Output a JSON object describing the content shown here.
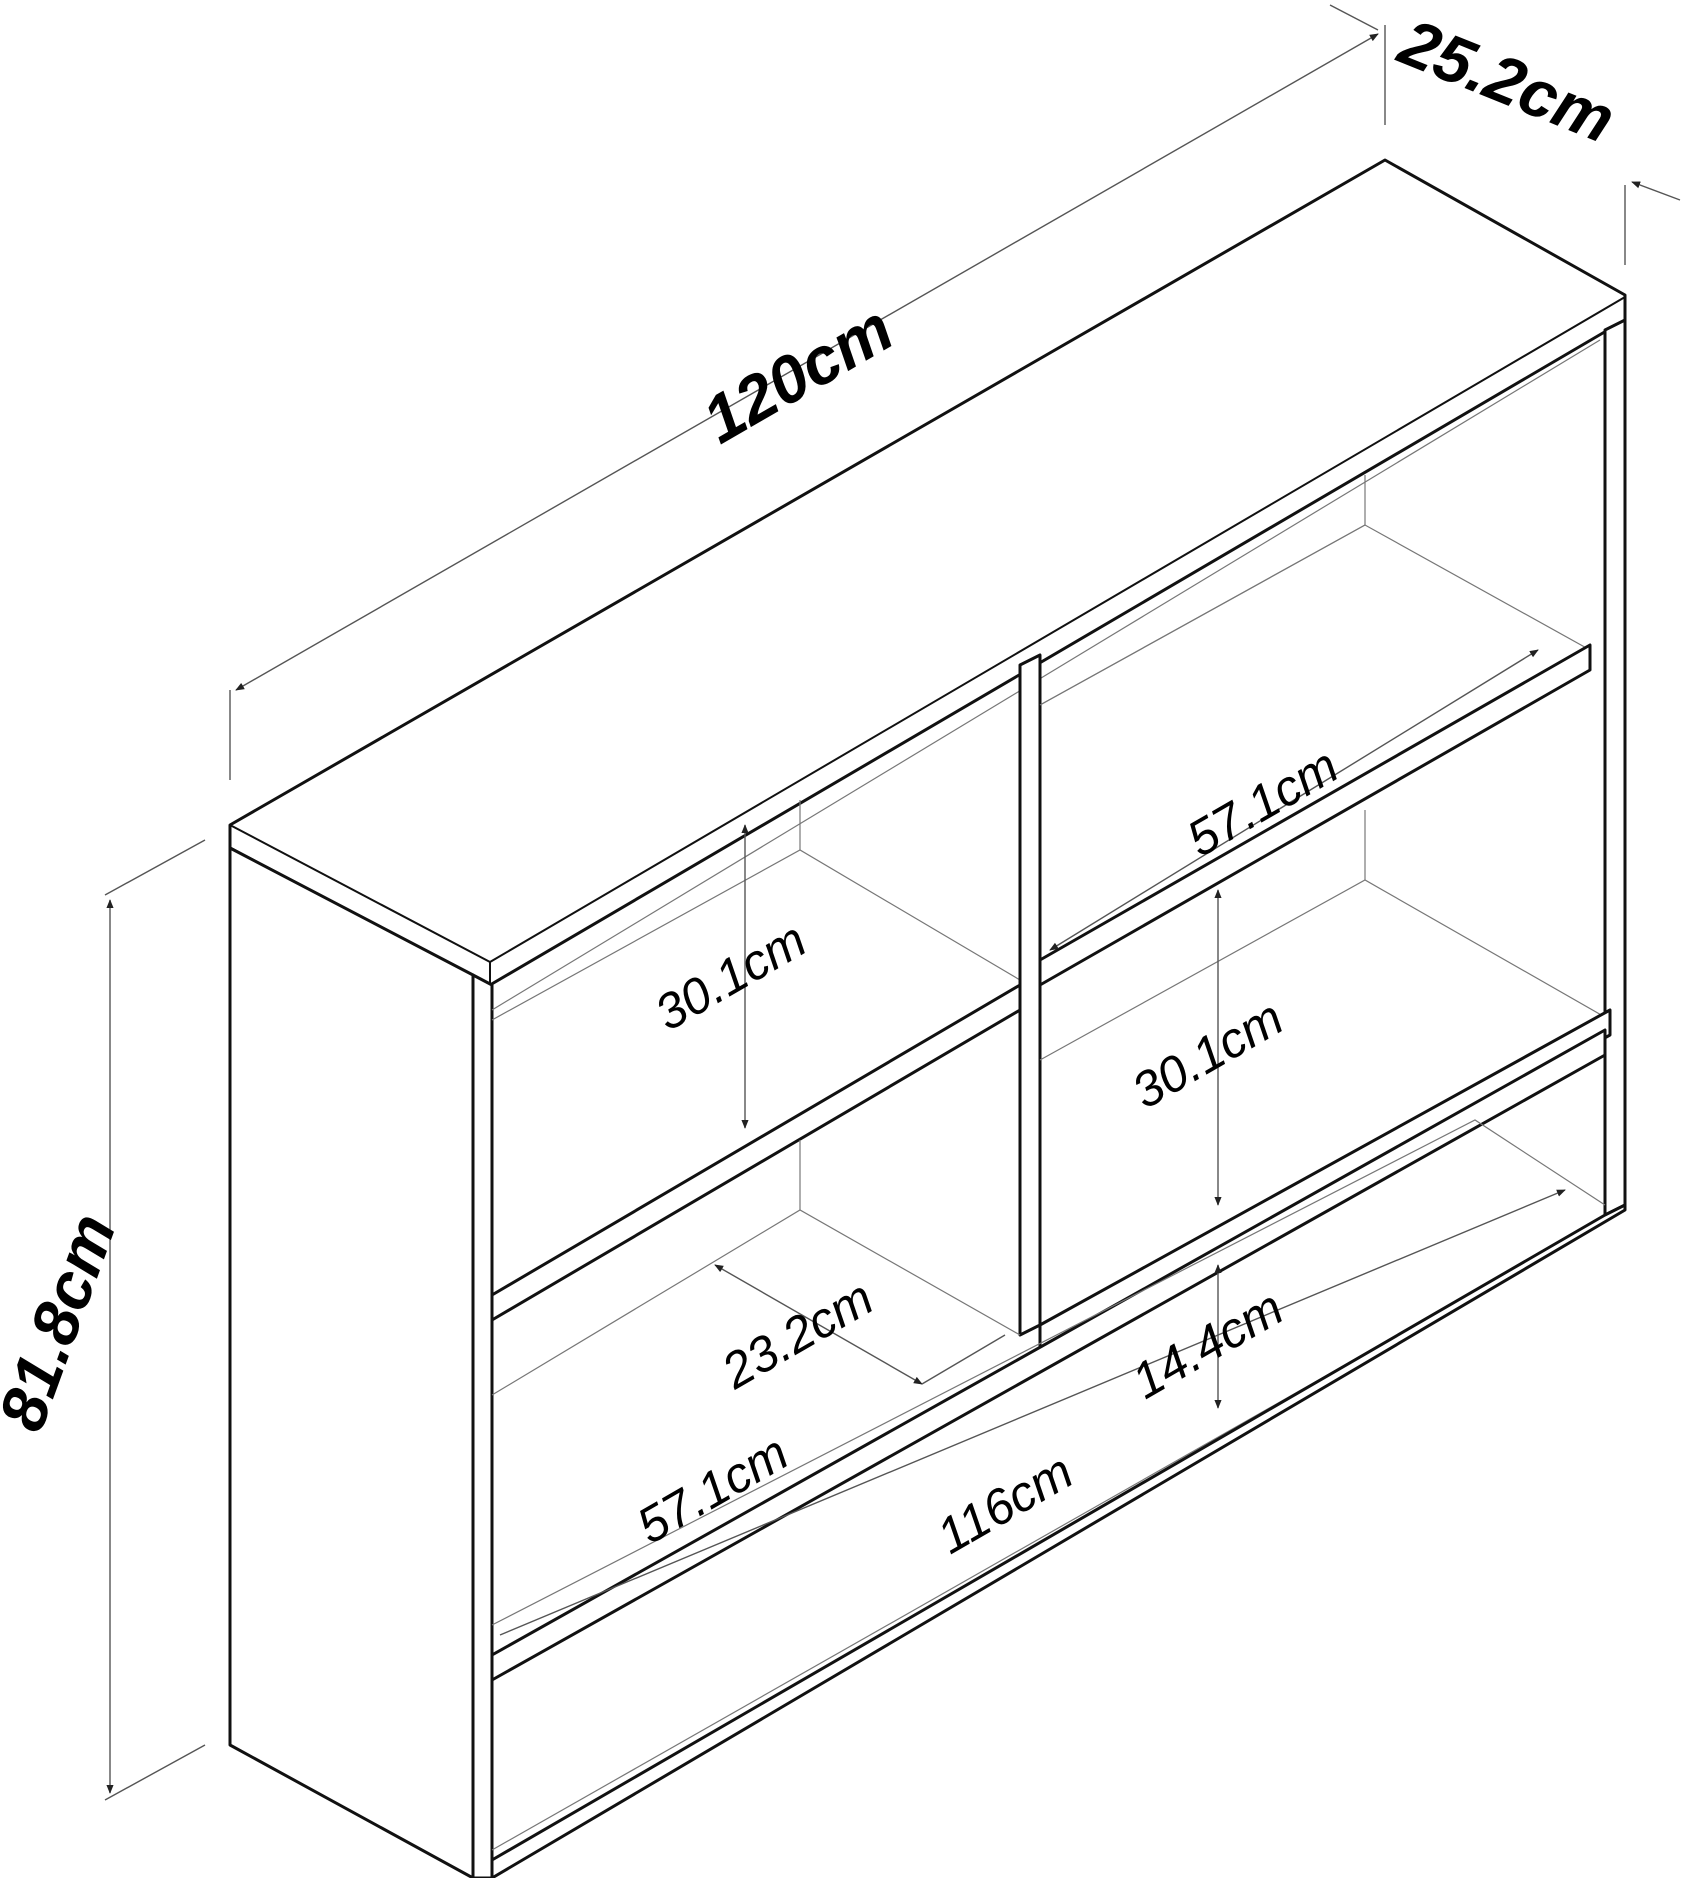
{
  "dimensions": {
    "width": "120cm",
    "depth": "25.2cm",
    "height": "81.8cm",
    "shelf_width_upper_right": "57.1cm",
    "shelf_width_lower_left": "57.1cm",
    "compartment_height_left": "30.1cm",
    "compartment_height_right": "30.1cm",
    "inner_depth": "23.2cm",
    "bottom_gap_height": "14.4cm",
    "inner_width": "116cm"
  },
  "colors": {
    "line": "#111111",
    "background": "#ffffff"
  }
}
